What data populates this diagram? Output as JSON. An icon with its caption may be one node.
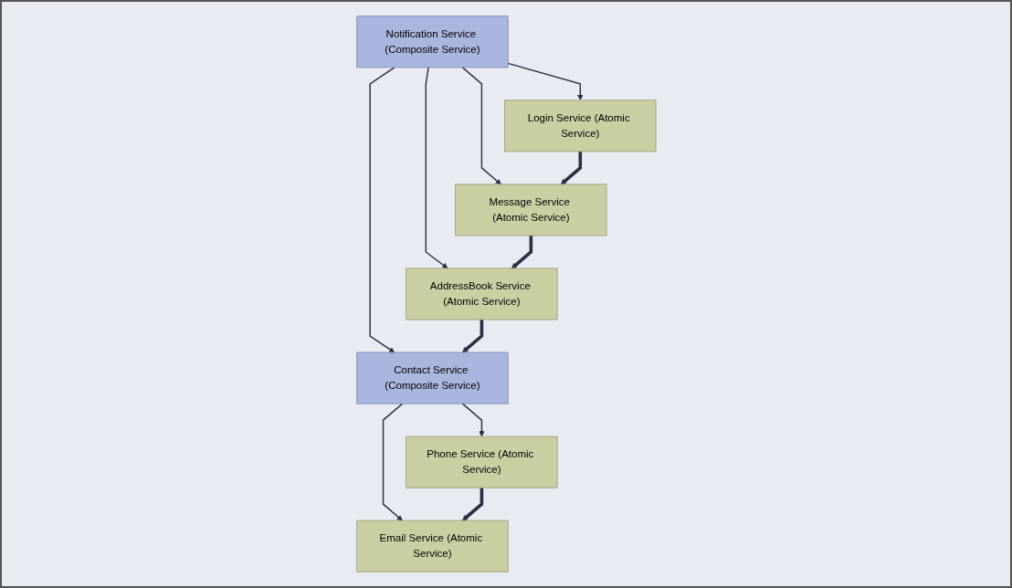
{
  "diagram": {
    "nodes": [
      {
        "text": [
          "Notification Service (Composite Service)"
        ]
      },
      {
        "text": [
          "Login Service (Atomic Service)"
        ]
      },
      {
        "text": [
          "Message Service (Atomic Service)"
        ]
      },
      {
        "text": [
          "AddressBook Service (Atomic Service)"
        ]
      },
      {
        "text": [
          "Contact Service (Composite Service)"
        ]
      },
      {
        "text": [
          "Phone Service (Atomic Service)"
        ]
      },
      {
        "text": [
          "Email Service (Atomic Service)"
        ]
      }
    ],
    "edges": [
      {
        "from": 0,
        "to": 1,
        "arrow": "to"
      },
      {
        "from": 0,
        "to": 2,
        "arrow": "to"
      },
      {
        "from": 0,
        "to": 3,
        "arrow": "to"
      },
      {
        "from": 0,
        "to": 4,
        "arrow": "to"
      },
      {
        "from": 1,
        "to": 2,
        "arrow": "to",
        "style": "thick"
      },
      {
        "from": 2,
        "to": 3,
        "arrow": "to",
        "style": "thick"
      },
      {
        "from": 3,
        "to": 4,
        "arrow": "to",
        "style": "thick"
      },
      {
        "from": 4,
        "to": 5,
        "arrow": "to"
      },
      {
        "from": 4,
        "to": 6,
        "arrow": "to"
      },
      {
        "from": 5,
        "to": 6,
        "arrow": "to",
        "style": "thick"
      }
    ]
  }
}
